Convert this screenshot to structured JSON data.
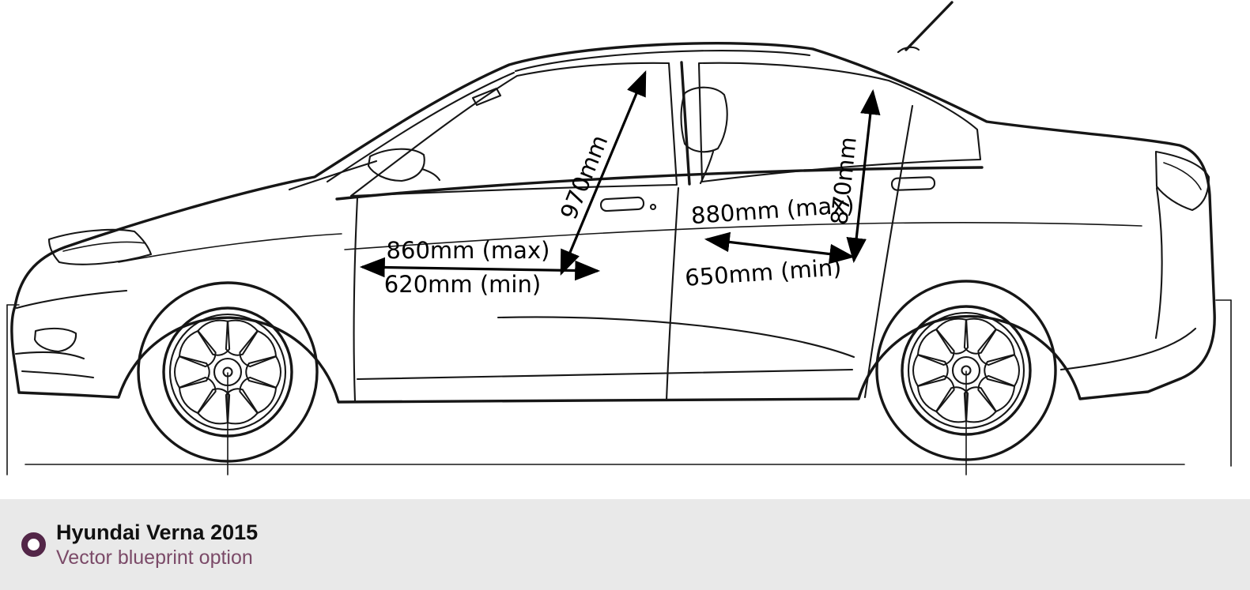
{
  "footer": {
    "title": "Hyundai Verna 2015",
    "subtitle": "Vector blueprint option"
  },
  "diagram": {
    "subject": "Hyundai Verna 2015 side-view blueprint",
    "dimensions": {
      "front_door_height": "970mm",
      "front_door_width_max": "860mm (max)",
      "front_door_width_min": "620mm (min)",
      "rear_door_width_max": "880mm (max)",
      "rear_door_width_min": "650mm (min)",
      "rear_door_height": "870mm"
    }
  }
}
